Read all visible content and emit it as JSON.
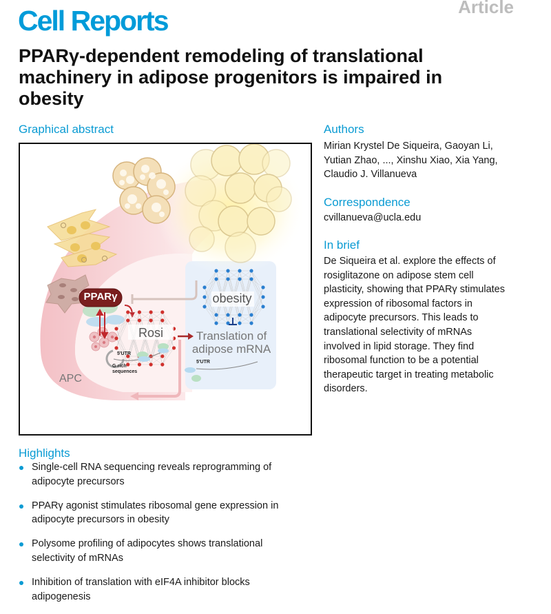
{
  "header": {
    "journal_name": "Cell Reports",
    "article_type": "Article",
    "title": "PPARγ-dependent remodeling of translational machinery in adipose progenitors is impaired in obesity"
  },
  "graphical_abstract": {
    "heading": "Graphical abstract",
    "labels": {
      "ppar": "PPARγ",
      "rosi": "Rosi",
      "obesity": "obesity",
      "translation_line1": "Translation of",
      "translation_line2": "adipose mRNA",
      "apc": "APC",
      "utr_left": "5'UTR",
      "utr_right": "5'UTR",
      "grich_line1": "G-rich",
      "grich_line2": "sequences"
    },
    "colors": {
      "ppar_fill": "#7a1e1e",
      "rosi_nodes": "#d0312d",
      "obesity_nodes": "#2a7fd0",
      "obesity_panel": "#e8f0fa",
      "arc_pink": "#f3c9cc"
    }
  },
  "authors": {
    "heading": "Authors",
    "lines": [
      "Mirian Krystel De Siqueira, Gaoyan Li,",
      "Yutian Zhao, ..., Xinshu Xiao, Xia Yang,",
      "Claudio J. Villanueva"
    ]
  },
  "correspondence": {
    "heading": "Correspondence",
    "email": "cvillanueva@ucla.edu"
  },
  "in_brief": {
    "heading": "In brief",
    "lines": [
      "De Siqueira et al. explore the effects of",
      "rosiglitazone on adipose stem cell",
      "plasticity, showing that PPARγ stimulates",
      "expression of ribosomal factors in",
      "adipocyte precursors. This leads to",
      "translational selectivity of mRNAs",
      "involved in lipid storage. They find",
      "ribosomal function to be a potential",
      "therapeutic target in treating metabolic",
      "disorders."
    ]
  },
  "highlights": {
    "heading": "Highlights",
    "items": [
      {
        "line1": "Single-cell RNA sequencing reveals reprogramming of",
        "line2": "adipocyte precursors"
      },
      {
        "line1": "PPARγ agonist stimulates ribosomal gene expression in",
        "line2": "adipocyte precursors in obesity"
      },
      {
        "line1": "Polysome profiling of adipocytes shows translational",
        "line2": "selectivity of mRNAs"
      },
      {
        "line1": "Inhibition of translation with eIF4A inhibitor blocks",
        "line2": "adipogenesis"
      }
    ]
  },
  "theme": {
    "accent": "#0a9bd3",
    "journal_blue": "#009bd9",
    "article_grey": "#bdbdbd"
  }
}
